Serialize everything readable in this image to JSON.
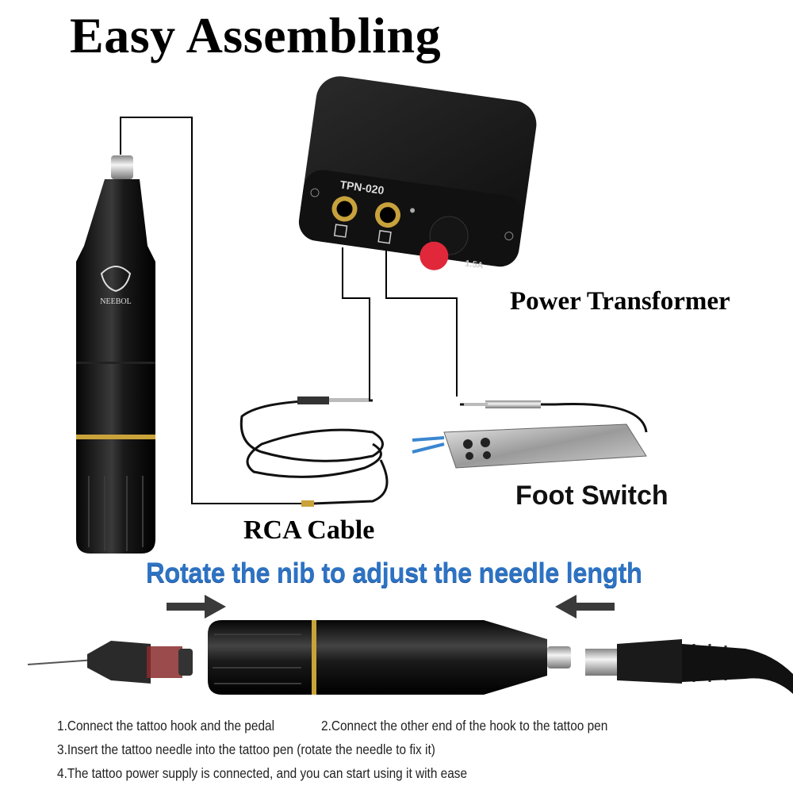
{
  "title": "Easy Assembling",
  "labels": {
    "power_transformer": "Power Transformer",
    "rca_cable": "RCA Cable",
    "foot_switch": "Foot Switch"
  },
  "device": {
    "model": "TPN-020",
    "current": "1.5A",
    "brand": "NEEBOL",
    "knob_color": "#e0283a"
  },
  "headline": "Rotate the nib to adjust the needle length",
  "headline_color": "#2d73c4",
  "steps": [
    "1.Connect the tattoo hook and the pedal",
    "2.Connect the other end of the hook to the tattoo pen",
    "3.Insert the tattoo needle into the tattoo pen (rotate the needle to fix it)",
    "4.The tattoo power supply is connected, and you can start using it with ease"
  ]
}
